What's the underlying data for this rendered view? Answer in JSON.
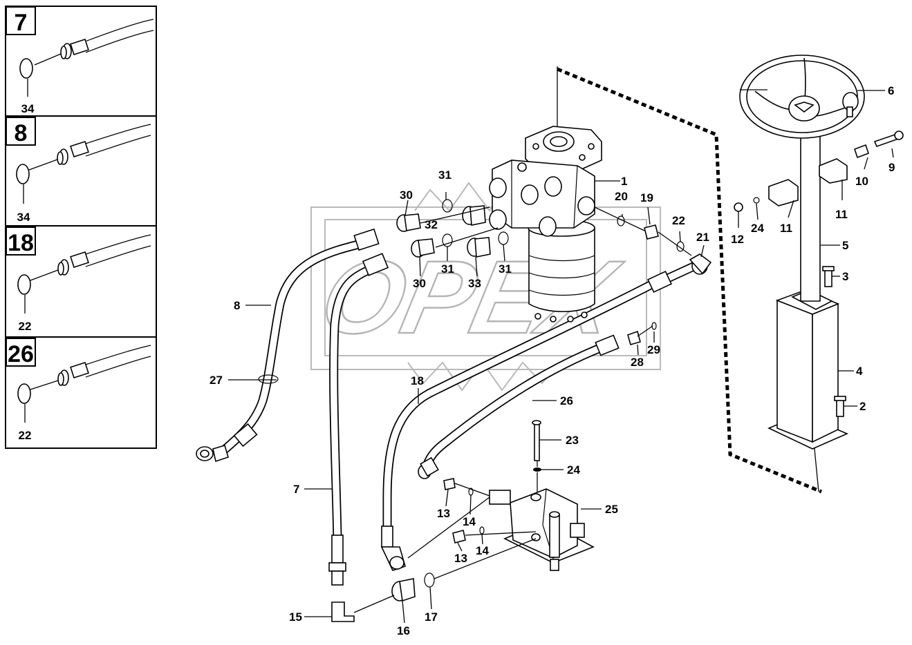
{
  "watermark": {
    "text": "OPEX"
  },
  "insets": [
    {
      "number": "7",
      "label": "34"
    },
    {
      "number": "8",
      "label": "34"
    },
    {
      "number": "18",
      "label": "22"
    },
    {
      "number": "26",
      "label": "22"
    }
  ],
  "callouts": {
    "c1": "1",
    "c2": "2",
    "c3": "3",
    "c4": "4",
    "c5": "5",
    "c6": "6",
    "c7": "7",
    "c8": "8",
    "c9": "9",
    "c10": "10",
    "c11a": "11",
    "c11b": "11",
    "c12": "12",
    "c13a": "13",
    "c13b": "13",
    "c14a": "14",
    "c14b": "14",
    "c15": "15",
    "c16": "16",
    "c17": "17",
    "c18": "18",
    "c19": "19",
    "c20": "20",
    "c21": "21",
    "c22": "22",
    "c23": "23",
    "c24a": "24",
    "c24b": "24",
    "c25": "25",
    "c26": "26",
    "c27": "27",
    "c28": "28",
    "c29": "29",
    "c30a": "30",
    "c30b": "30",
    "c31a": "31",
    "c31b": "31",
    "c31c": "31",
    "c32": "32",
    "c33": "33"
  }
}
